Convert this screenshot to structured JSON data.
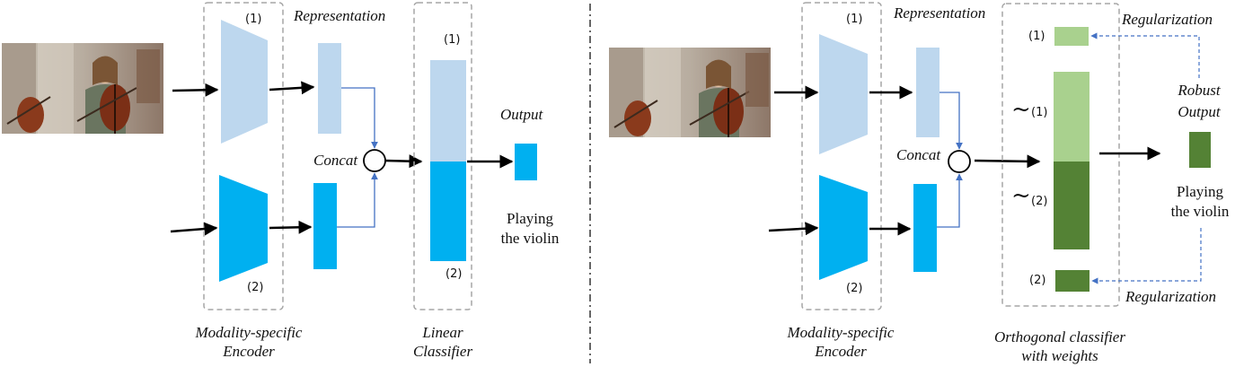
{
  "colors": {
    "light_blue": "#bdd7ee",
    "cyan": "#00b0f0",
    "light_green": "#a9d18e",
    "dark_green": "#548235",
    "connector_blue": "#4472c4",
    "dashed_box": "#a6a6a6"
  },
  "left_panel": {
    "representation_label": "Representation",
    "concat_label": "Concat",
    "output_label": "Output",
    "prediction_line1": "Playing",
    "prediction_line2": "the violin",
    "encoder_index_top": "(1)",
    "encoder_index_bottom": "(2)",
    "classifier_index_top": "(1)",
    "classifier_index_bottom": "(2)",
    "encoder_caption_line1": "Modality-specific",
    "encoder_caption_line2": "Encoder",
    "classifier_caption_line1": "Linear",
    "classifier_caption_line2": "Classifier"
  },
  "right_panel": {
    "representation_label": "Representation",
    "concat_label": "Concat",
    "output_label_line1": "Robust",
    "output_label_line2": "Output",
    "prediction_line1": "Playing",
    "prediction_line2": "the violin",
    "encoder_index_top": "(1)",
    "encoder_index_bottom": "(2)",
    "weight_index_top": "(1)",
    "weight_index_bottom": "(2)",
    "tilde_index_1": "(1)",
    "tilde_index_2": "(2)",
    "tilde_symbol": "~",
    "regularization_top": "Regularization",
    "regularization_bottom": "Regularization",
    "encoder_caption_line1": "Modality-specific",
    "encoder_caption_line2": "Encoder",
    "classifier_caption_line1": "Orthogonal classifier",
    "classifier_caption_line2": "with weights"
  }
}
